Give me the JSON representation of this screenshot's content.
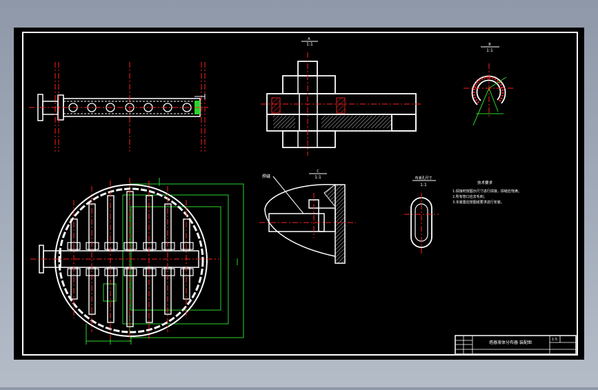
{
  "window": {
    "background": "#9aa3b2"
  },
  "colors": {
    "paper": "#000000",
    "line": "#ffffff",
    "center": "#ff2020",
    "dim": "#2cd32c",
    "hatch": "#e02020",
    "accent": "#ffe000"
  },
  "views": {
    "bolt_scale": "1:1",
    "ring_scale": "1:1",
    "weld_label": "焊缝",
    "weld_scale": "1:1",
    "slot_title": "布液孔尺寸",
    "slot_scale": "1:1"
  },
  "tech_notes": {
    "title": "技术要求",
    "lines": [
      "1.焊接时按图示尺寸进行焊接，焊缝应饱满；",
      "2.所有管口应去毛刺；",
      "3.本装置应按图纸要求进行安装。"
    ]
  },
  "title_block": {
    "name": "塔器液体分布器  装配图",
    "drawing_no": "1:5"
  }
}
